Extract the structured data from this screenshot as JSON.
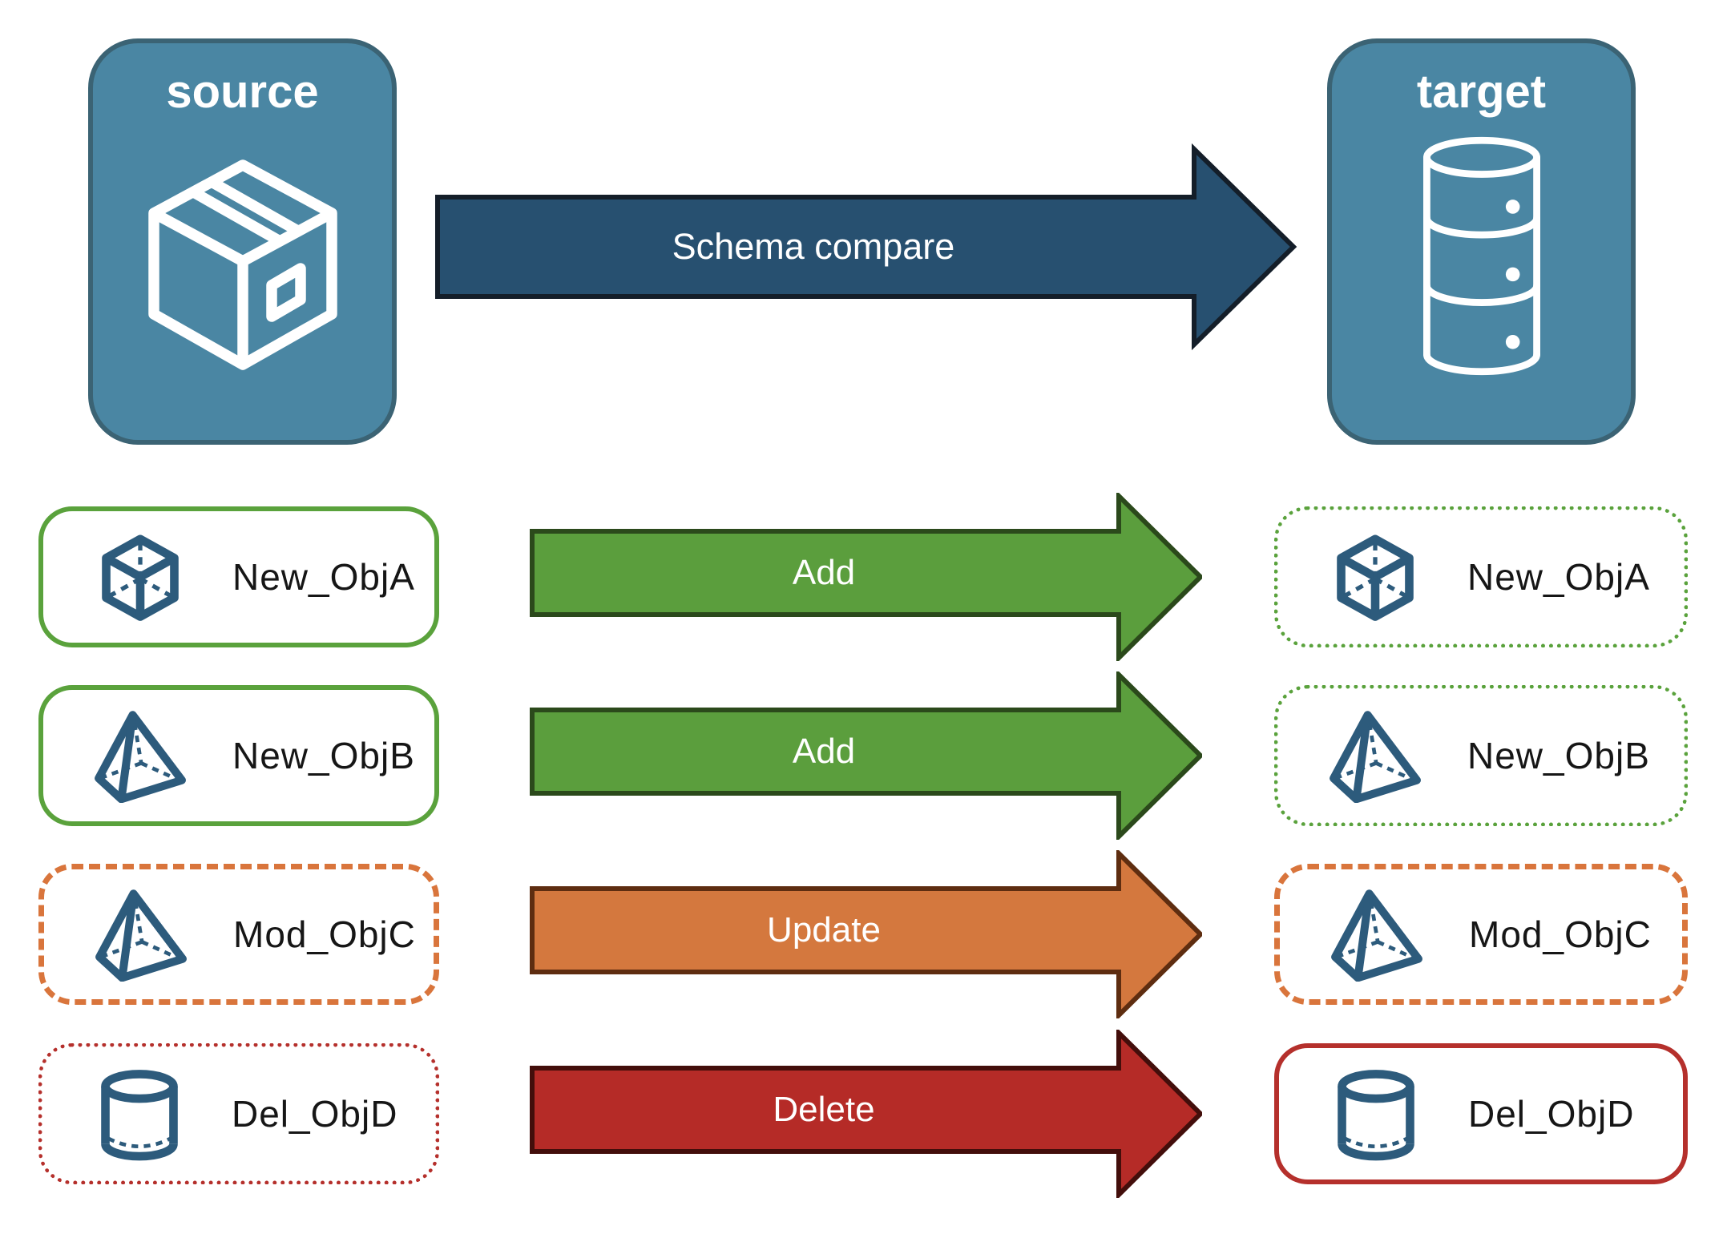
{
  "diagram": {
    "source_panel": {
      "title": "source",
      "icon": "package-box-icon"
    },
    "target_panel": {
      "title": "target",
      "icon": "database-icon"
    },
    "main_arrow": {
      "label": "Schema compare",
      "color": "#275070"
    },
    "rows": [
      {
        "source_label": "New_ObjA",
        "target_label": "New_ObjA",
        "icon": "cube-icon",
        "action": "Add",
        "action_color": "#5b9e3d",
        "source_border": "solid-green",
        "target_border": "dotted-green"
      },
      {
        "source_label": "New_ObjB",
        "target_label": "New_ObjB",
        "icon": "pyramid-icon",
        "action": "Add",
        "action_color": "#5b9e3d",
        "source_border": "solid-green",
        "target_border": "dotted-green"
      },
      {
        "source_label": "Mod_ObjC",
        "target_label": "Mod_ObjC",
        "icon": "pyramid-icon",
        "action": "Update",
        "action_color": "#d4783e",
        "source_border": "dashed-orange",
        "target_border": "dashed-orange"
      },
      {
        "source_label": "Del_ObjD",
        "target_label": "Del_ObjD",
        "icon": "cylinder-icon",
        "action": "Delete",
        "action_color": "#b52b27",
        "source_border": "dotted-red",
        "target_border": "solid-red"
      }
    ],
    "colors": {
      "panel_blue": "#4a86a3",
      "panel_border": "#3b6374",
      "icon_blue": "#2d5b7c",
      "green": "#5aa23c",
      "orange": "#d9753c",
      "red": "#b5302c",
      "arrow_blue": "#275070"
    }
  }
}
